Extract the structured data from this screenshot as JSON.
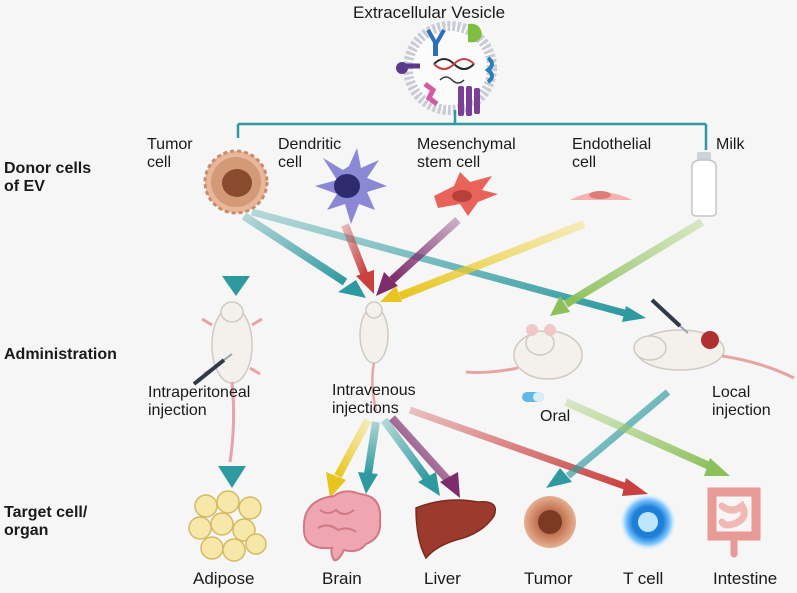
{
  "title": "Extracellular Vesicle",
  "row_labels": {
    "donor": "Donor cells\nof EV",
    "admin": "Administration",
    "target": "Target cell/\norgan"
  },
  "donors": {
    "tumor": "Tumor\ncell",
    "dendritic": "Dendritic\ncell",
    "msc": "Mesenchymal\nstem cell",
    "endothelial": "Endothelial\ncell",
    "milk": "Milk"
  },
  "routes": {
    "ip": "Intraperitoneal\ninjection",
    "iv": "Intravenous\ninjections",
    "oral": "Oral",
    "local": "Local\ninjection"
  },
  "targets": {
    "adipose": "Adipose",
    "brain": "Brain",
    "liver": "Liver",
    "tumor": "Tumor",
    "tcell": "T cell",
    "intestine": "Intestine"
  },
  "colors": {
    "teal": "#3a9fa3",
    "red": "#c9403e",
    "purple": "#7d2d6b",
    "yellow": "#e8c51e",
    "green": "#8cc05a",
    "bracket": "#2e9aa0"
  }
}
